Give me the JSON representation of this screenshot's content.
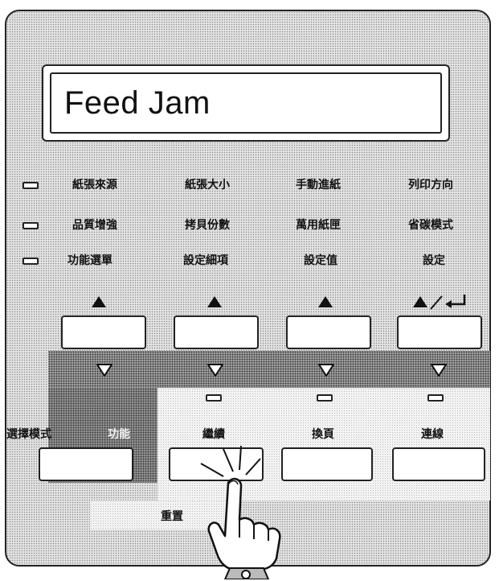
{
  "display": {
    "text": "Feed Jam"
  },
  "labels": {
    "row1": [
      "紙張來源",
      "紙張大小",
      "手動進紙",
      "列印方向"
    ],
    "row2": [
      "品質增強",
      "拷貝份數",
      "萬用紙匣",
      "省碳模式"
    ],
    "row3": [
      "功能選單",
      "設定細項",
      "設定值",
      "設定"
    ]
  },
  "bottom": {
    "select_mode": "選擇模式",
    "function": "功能",
    "continue": "繼續",
    "form_feed": "換頁",
    "online": "連線",
    "reset": "重置"
  },
  "icons": {
    "up": "up-triangle-icon",
    "down": "down-triangle-icon",
    "enter": "enter-arrow-icon",
    "hand": "pointing-hand-icon"
  }
}
